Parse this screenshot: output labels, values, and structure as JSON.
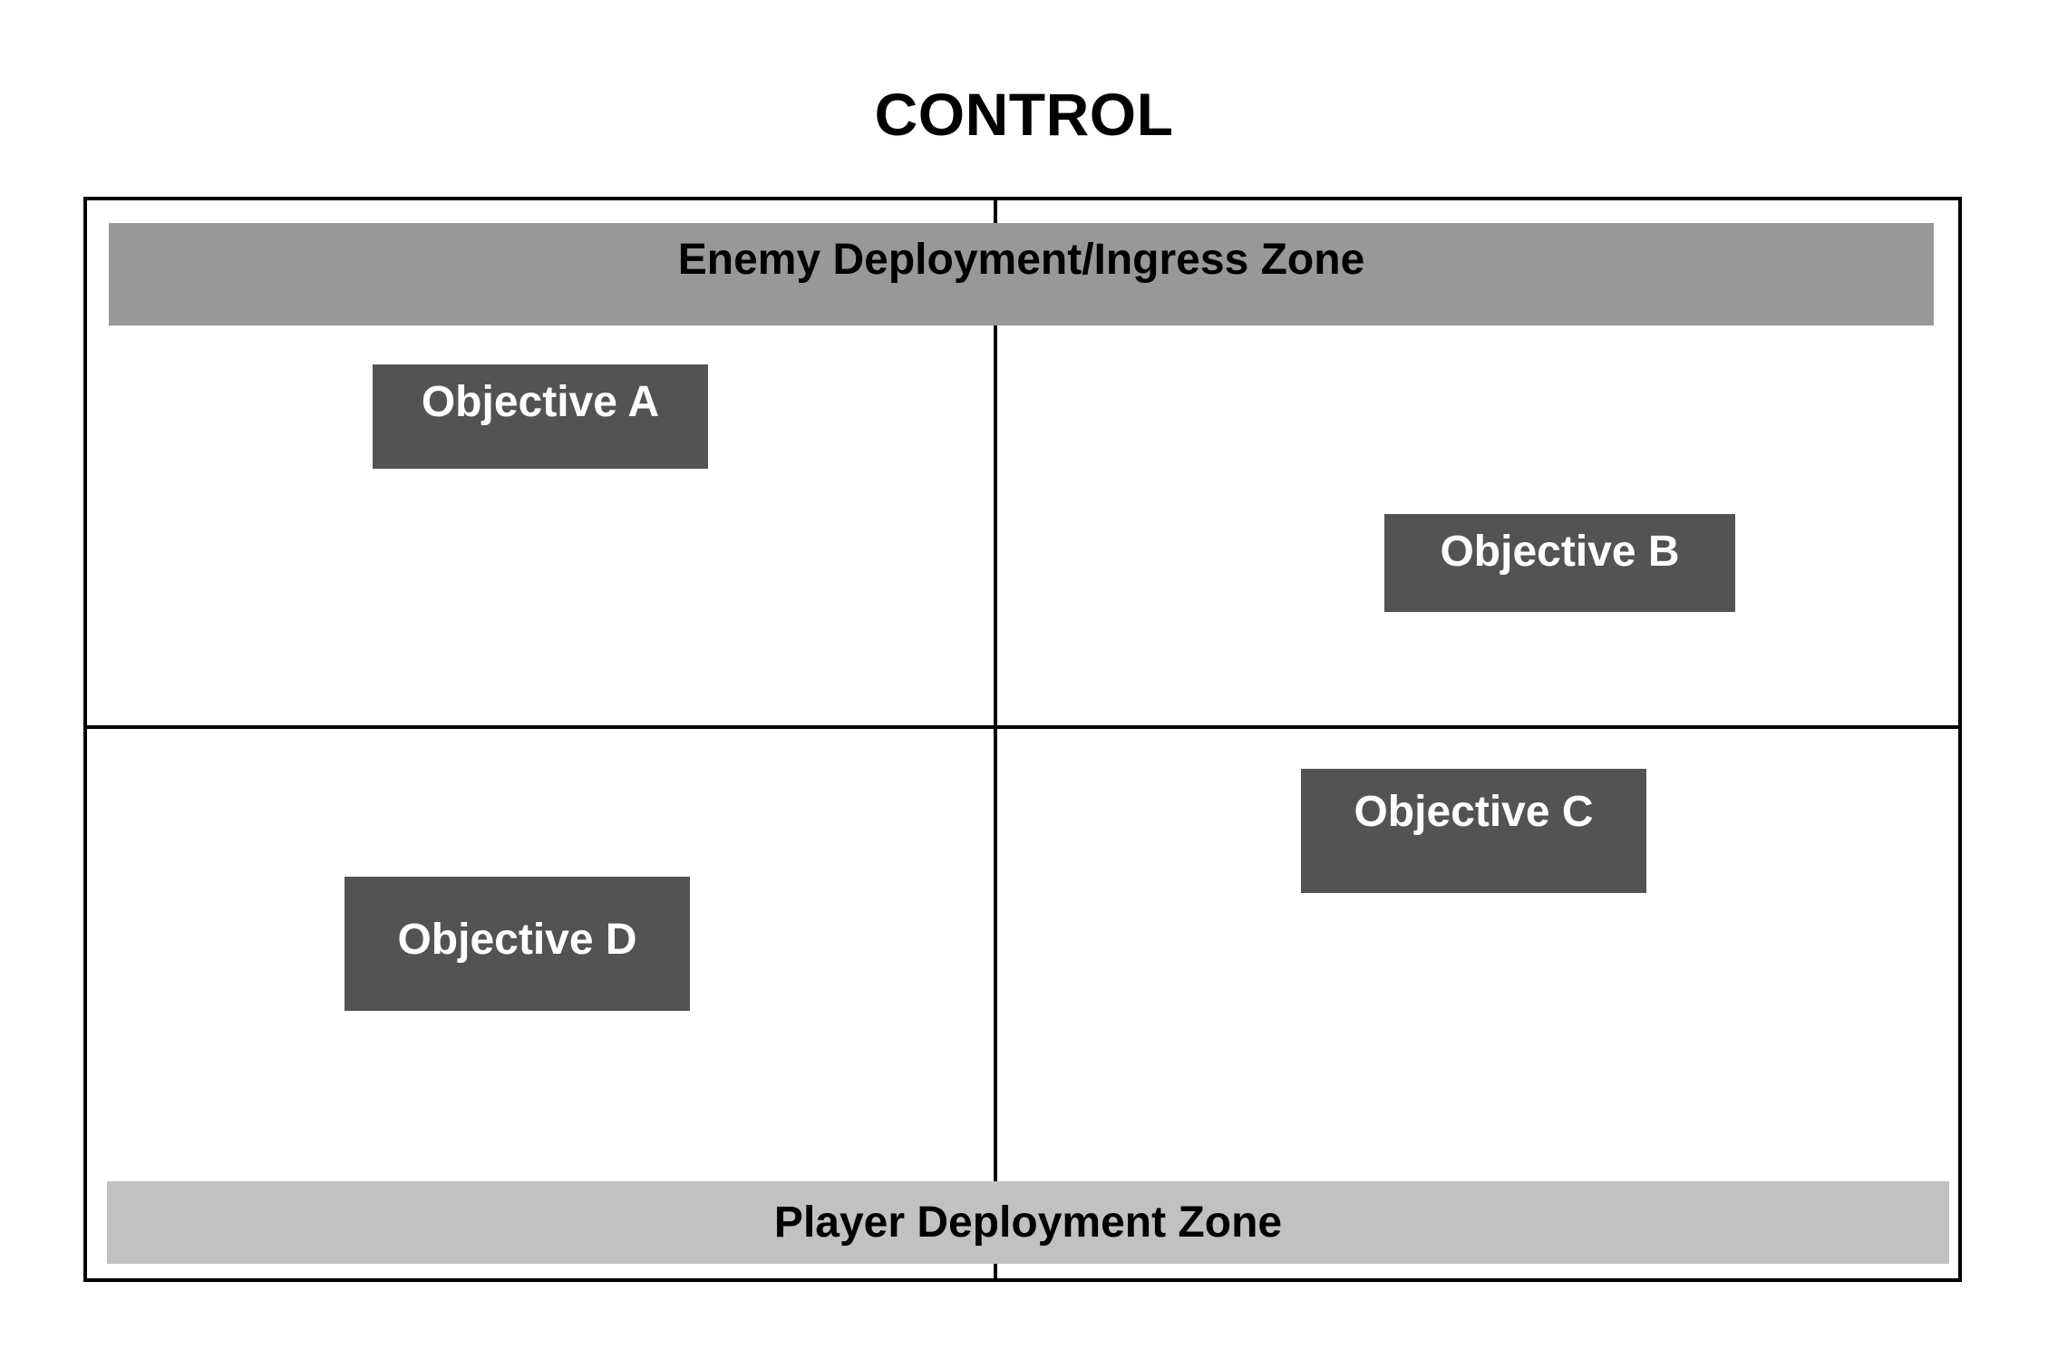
{
  "title": "CONTROL",
  "zones": {
    "enemy": "Enemy Deployment/Ingress Zone",
    "player": "Player Deployment Zone"
  },
  "objectives": {
    "a": "Objective A",
    "b": "Objective B",
    "c": "Objective C",
    "d": "Objective D"
  },
  "colors": {
    "border": "#000000",
    "enemy_zone": "#989898",
    "player_zone": "#c1c1c1",
    "objective": "#535353",
    "objective_text": "#ffffff"
  }
}
